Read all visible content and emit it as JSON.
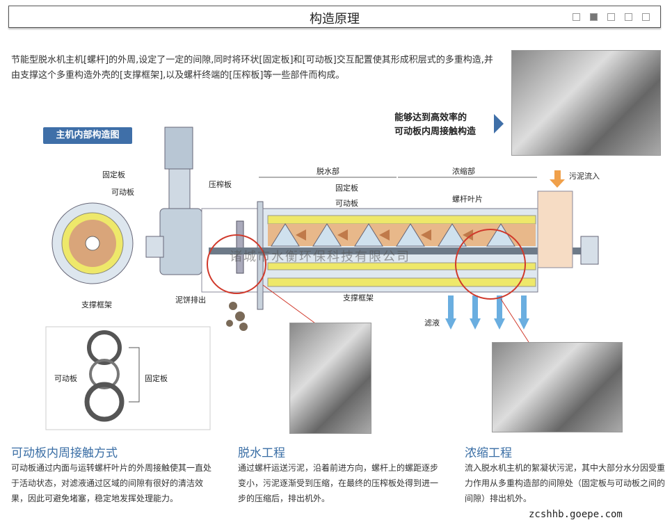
{
  "header": {
    "title": "构造原理",
    "pager_active": 1,
    "pager_count": 5
  },
  "intro": "节能型脱水机主机[螺杆]的外周,设定了一定的间隙,同时将环状[固定板]和[可动板]交互配置使其形成积层式的多重构造,并由支撑这个多重构造外壳的[支撑框架],以及螺杆终端的[压榨板]等一些部件而构成。",
  "diagram": {
    "badge": "主机内部构造图",
    "highlight": [
      "能够达到高效率的",
      "可动板内周接触构造"
    ],
    "labels": {
      "fixed_plate": "固定板",
      "moving_plate": "可动板",
      "support_frame": "支撑框架",
      "press_plate": "压榨板",
      "dewater": "脱水部",
      "thicken": "浓缩部",
      "fixed_plate2": "固定板",
      "moving_plate2": "可动板",
      "screw_blade": "螺杆叶片",
      "sludge_in": "污泥流入",
      "cake_out": "泥饼排出",
      "support_frame2": "支撑框架",
      "filtrate": "滤液",
      "ring_moving": "可动板",
      "ring_fixed": "固定板"
    },
    "watermark": "诸城市水衡环保科技有限公司"
  },
  "sections": [
    {
      "title": "可动板内周接触方式",
      "text": "可动板通过内面与运转螺杆叶片的外周接触使其一直处于活动状态，对滤液通过区域的间隙有很好的清洁效果，因此可避免堵塞，稳定地发挥处理能力。"
    },
    {
      "title": "脱水工程",
      "text": "通过螺杆运送污泥，沿着前进方向，螺杆上的螺距逐步变小，污泥逐渐受到压缩，在最终的压榨板处得到进一步的压缩后，排出机外。"
    },
    {
      "title": "浓缩工程",
      "text": "流入脱水机主机的絮凝状污泥，其中大部分水分因受重力作用从多重构造部的间隙处（固定板与可动板之间的间隙）排出机外。"
    }
  ],
  "footer_url": "zcshhb.goepe.com",
  "colors": {
    "accent": "#3f6fa8",
    "sludge": "#e8b88a",
    "plate": "#e8e36a"
  }
}
